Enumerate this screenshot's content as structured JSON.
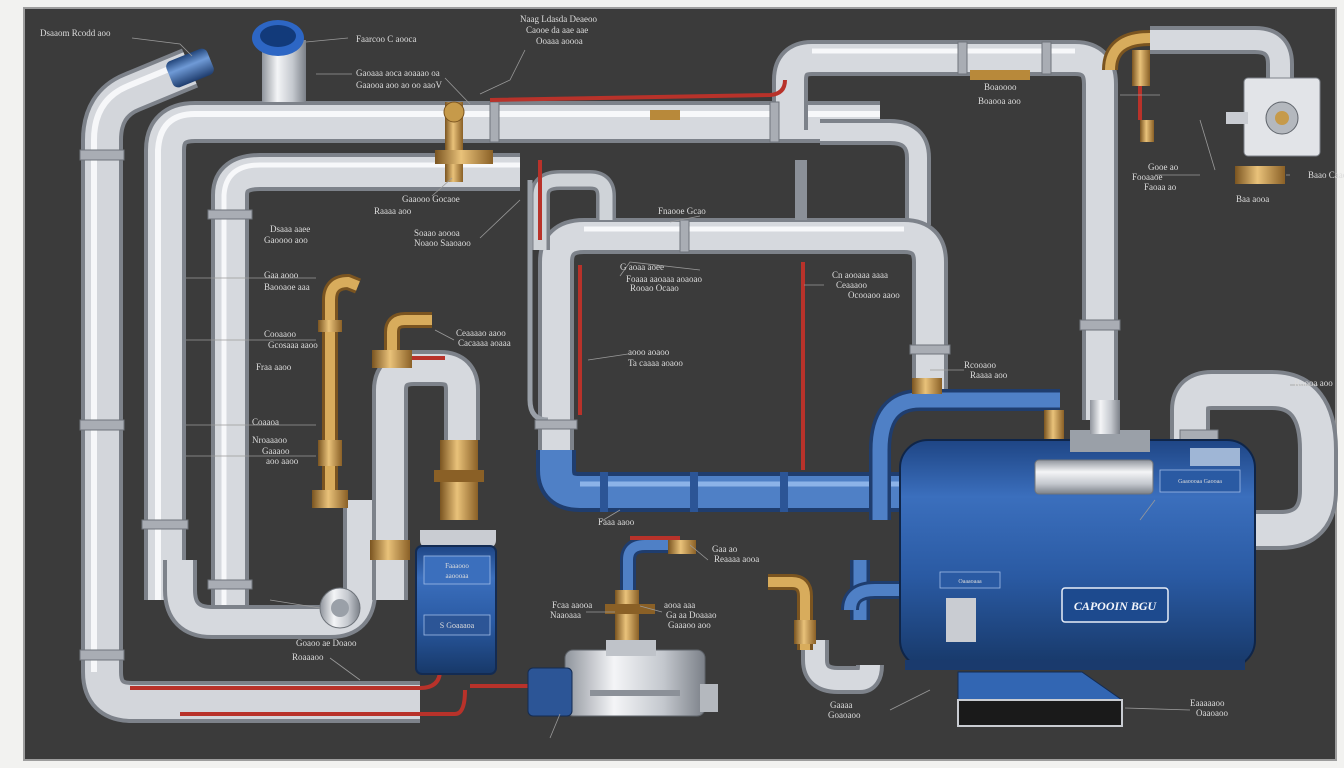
{
  "colors": {
    "frame_bg": "#3b3b3b",
    "page_bg": "#f2f2f0",
    "pipe_silver": "#c9ccd2",
    "pipe_blue": "#3f6fb0",
    "tank_blue": "#2d5fa8",
    "supply_red": "#b8322a",
    "brass": "#b8893a",
    "label_text": "#dcdcdc"
  },
  "labels": [
    {
      "id": "lbl-01",
      "text": "Dsaaom Rcodd aoo"
    },
    {
      "id": "lbl-02",
      "text": "Faarcoo C aooca"
    },
    {
      "id": "lbl-03",
      "text": "Naag Ldasda Deaeoo"
    },
    {
      "id": "lbl-04",
      "text": "Caooe da aae aae"
    },
    {
      "id": "lbl-05",
      "text": "Ooaaa aoooa"
    },
    {
      "id": "lbl-06",
      "text": "Gaoaaa aoca aoaaao oa"
    },
    {
      "id": "lbl-07",
      "text": "Gaaooa aoo ao oo aaoV"
    },
    {
      "id": "lbl-08",
      "text": "Gaaooo Gocaoe"
    },
    {
      "id": "lbl-09",
      "text": "Raaaa aoo"
    },
    {
      "id": "lbl-10",
      "text": "Soaao aoooa"
    },
    {
      "id": "lbl-11",
      "text": "Noaoo Saaoaoo"
    },
    {
      "id": "lbl-12",
      "text": "Fnaooe Gcao"
    },
    {
      "id": "lbl-13",
      "text": "Dsaaa aaee"
    },
    {
      "id": "lbl-14",
      "text": "Gaoooo aoo"
    },
    {
      "id": "lbl-15",
      "text": "Gaa aooo"
    },
    {
      "id": "lbl-16",
      "text": "Baooaoe aaa"
    },
    {
      "id": "lbl-17",
      "text": "Cooaaoo"
    },
    {
      "id": "lbl-18",
      "text": "Gcosaaa aaoo"
    },
    {
      "id": "lbl-19",
      "text": "Fraa aaoo"
    },
    {
      "id": "lbl-20",
      "text": "Coaaoa"
    },
    {
      "id": "lbl-21",
      "text": "Nroaaaoo"
    },
    {
      "id": "lbl-22",
      "text": "Gaaaoo"
    },
    {
      "id": "lbl-23",
      "text": "aoo aaoo"
    },
    {
      "id": "lbl-24",
      "text": "G aoaa aoee"
    },
    {
      "id": "lbl-25",
      "text": "Foaaa aaoaaa aoaoao"
    },
    {
      "id": "lbl-26",
      "text": "Rooao Ocaao"
    },
    {
      "id": "lbl-27",
      "text": "Ceaaaao aaoo"
    },
    {
      "id": "lbl-28",
      "text": "Cacaaaa aoaaa"
    },
    {
      "id": "lbl-29",
      "text": "aooo aoaoo"
    },
    {
      "id": "lbl-30",
      "text": "Ta caaaa aoaoo"
    },
    {
      "id": "lbl-31",
      "text": "Cn aooaaa aaaa"
    },
    {
      "id": "lbl-32",
      "text": "Ceaaaoo"
    },
    {
      "id": "lbl-33",
      "text": "Ocooaoo aaoo"
    },
    {
      "id": "lbl-34",
      "text": "Rcooaoo"
    },
    {
      "id": "lbl-35",
      "text": "Raaaa aoo"
    },
    {
      "id": "lbl-36",
      "text": "Boaoooo"
    },
    {
      "id": "lbl-37",
      "text": "Boaooa aoo"
    },
    {
      "id": "lbl-38",
      "text": "Gooe ao"
    },
    {
      "id": "lbl-39",
      "text": "Fooaaoe"
    },
    {
      "id": "lbl-40",
      "text": "Faoaa ao"
    },
    {
      "id": "lbl-41",
      "text": "Baao Caaoa"
    },
    {
      "id": "lbl-42",
      "text": "Baa aooa"
    },
    {
      "id": "lbl-43",
      "text": "Roooa aoo"
    },
    {
      "id": "lbl-44",
      "text": "Faaa aaoo"
    },
    {
      "id": "lbl-45",
      "text": "Gaa ao"
    },
    {
      "id": "lbl-46",
      "text": "Reaaaa aooa"
    },
    {
      "id": "lbl-47",
      "text": "Fcaa aaooa"
    },
    {
      "id": "lbl-48",
      "text": "Naaoaaa"
    },
    {
      "id": "lbl-49",
      "text": "aooa aaa"
    },
    {
      "id": "lbl-50",
      "text": "Ga aa Doaaao"
    },
    {
      "id": "lbl-51",
      "text": "Gaaaoo aoo"
    },
    {
      "id": "lbl-52",
      "text": "Goaoo ae Doaoo"
    },
    {
      "id": "lbl-53",
      "text": "Roaaaoo"
    },
    {
      "id": "lbl-54",
      "text": "Gaaaa"
    },
    {
      "id": "lbl-55",
      "text": "Goaoaoo"
    },
    {
      "id": "lbl-56",
      "text": "Eaaaaaoo"
    },
    {
      "id": "lbl-57",
      "text": "Oaaoaoo"
    }
  ],
  "tank": {
    "badge": "CAPOOIN BGU",
    "plate": "Oaaaoaaa",
    "panel": "Gaaoooaa Gaooaa"
  },
  "filter": {
    "head": "Faaaooo",
    "sub": "aaoooaa",
    "badge": "S Goaaaoa"
  }
}
